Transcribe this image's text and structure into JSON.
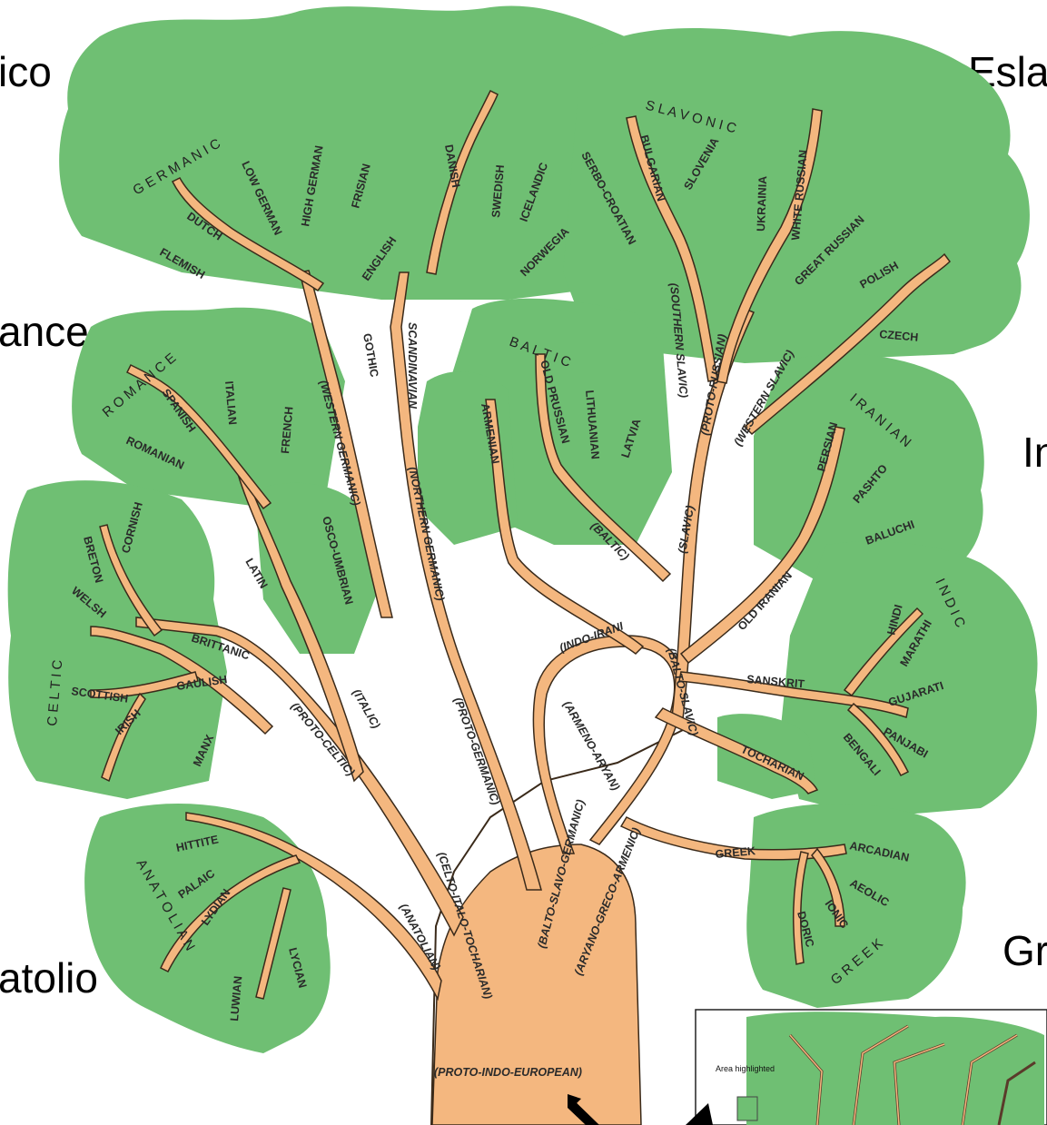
{
  "side_labels": {
    "germanic": "ico",
    "slavonic": "Esla",
    "romance": "ance",
    "iranian": "In",
    "anatolian": "atolio",
    "greek": "Gr"
  },
  "families": {
    "germanic": "G E R M A N I C",
    "slavonic": "S L A V O N I C",
    "romance": "R O M A N C E",
    "baltic": "B A L T I C",
    "iranian": "I R A N I A N",
    "indic": "I N D I C",
    "celtic": "C E L T I C",
    "anatolian": "A N A T O L I A N",
    "greek": "G R E E K"
  },
  "languages": {
    "flemish": "FLEMISH",
    "dutch": "DUTCH",
    "low_german": "LOW GERMAN",
    "high_german": "HIGH GERMAN",
    "frisian": "FRISIAN",
    "english": "ENGLISH",
    "danish": "DANISH",
    "swedish": "SWEDISH",
    "icelandic": "ICELANDIC",
    "norwegia": "NORWEGIA",
    "gothic": "GOTHIC",
    "serbo_croatian": "SERBO-CROATIAN",
    "bulgarian": "BULGARIAN",
    "slovenia": "SLOVENIA",
    "ukrainia": "UKRAINIA",
    "white_russian": "WHITE RUSSIAN",
    "great_russian": "GREAT RUSSIAN",
    "polish": "POLISH",
    "czech": "CZECH",
    "spanish": "SPANISH",
    "italian": "ITALIAN",
    "french": "FRENCH",
    "romanian": "ROMANIAN",
    "latin": "LATIN",
    "osco_umbrian": "OSCO-UMBRIAN",
    "old_prussian": "OLD PRUSSIAN",
    "lithuanian": "LITHUANIAN",
    "latvia": "LATVIA",
    "armenian": "ARMENIAN",
    "persian": "PERSIAN",
    "pashto": "PASHTO",
    "baluchi": "BALUCHI",
    "old_iranian": "OLD IRANIAN",
    "hindi": "HINDI",
    "marathi": "MARATHI",
    "gujarati": "GUJARATI",
    "panjabi": "PANJABI",
    "bengali": "BENGALI",
    "sanskrit": "SANSKRIT",
    "tocharian": "TOCHARIAN",
    "cornish": "CORNISH",
    "breton": "BRETON",
    "welsh": "WELSH",
    "brittanic": "BRITTANIC",
    "gaulish": "GAULISH",
    "scottish": "SCOTTISH",
    "irish": "IRISH",
    "manx": "MANX",
    "hittite": "HITTITE",
    "palaic": "PALAIC",
    "lydian": "LYDIAN",
    "luwian": "LUWIAN",
    "lycian": "LYCIAN",
    "greek": "GREEK",
    "arcadian": "ARCADIAN",
    "aeolic": "AEOLIC",
    "ionic": "IONIC",
    "doric": "DORIC"
  },
  "proto": {
    "western_germanic": "(WESTERN GERMANIC)",
    "scandinavian": "SCANDINAVIAN",
    "northern_germanic": "(NORTHERN GERMANIC)",
    "southern_slavic": "(SOUTHERN SLAVIC)",
    "proto_russian": "(PROTO-RUSSIAN)",
    "western_slavic": "(WESTERN SLAVIC)",
    "slavic": "(SLAVIC)",
    "baltic": "(BALTIC)",
    "balto_slavic": "(BALTO-SLAVIC)",
    "indo_irani": "(INDO-IRANI",
    "armeno_aryan": "(ARMENO-ARYAN)",
    "proto_germanic": "(PROTO-GERMANIC)",
    "italic": "(ITALIC)",
    "proto_celtic": "(PROTO-CELTIC)",
    "celto_italo_tocharian": "(CELTO-ITALO-TOCHARIAN)",
    "balto_slavo_germanic": "(BALTO-SLAVO-GERMANIC)",
    "aryano_greco_armenic": "(ARYANO-GRECO-ARMENIC)",
    "anatolian": "(ANATOLIAN)",
    "proto_indo_european": "(PROTO-INDO-EUROPEAN)"
  },
  "inset": {
    "note": "Area highlighted"
  },
  "colors": {
    "foliage": "#6fbf73",
    "trunk": "#f4b77f",
    "trunk_edge": "#3a2a1a",
    "inset_bg": "#ffffff"
  }
}
